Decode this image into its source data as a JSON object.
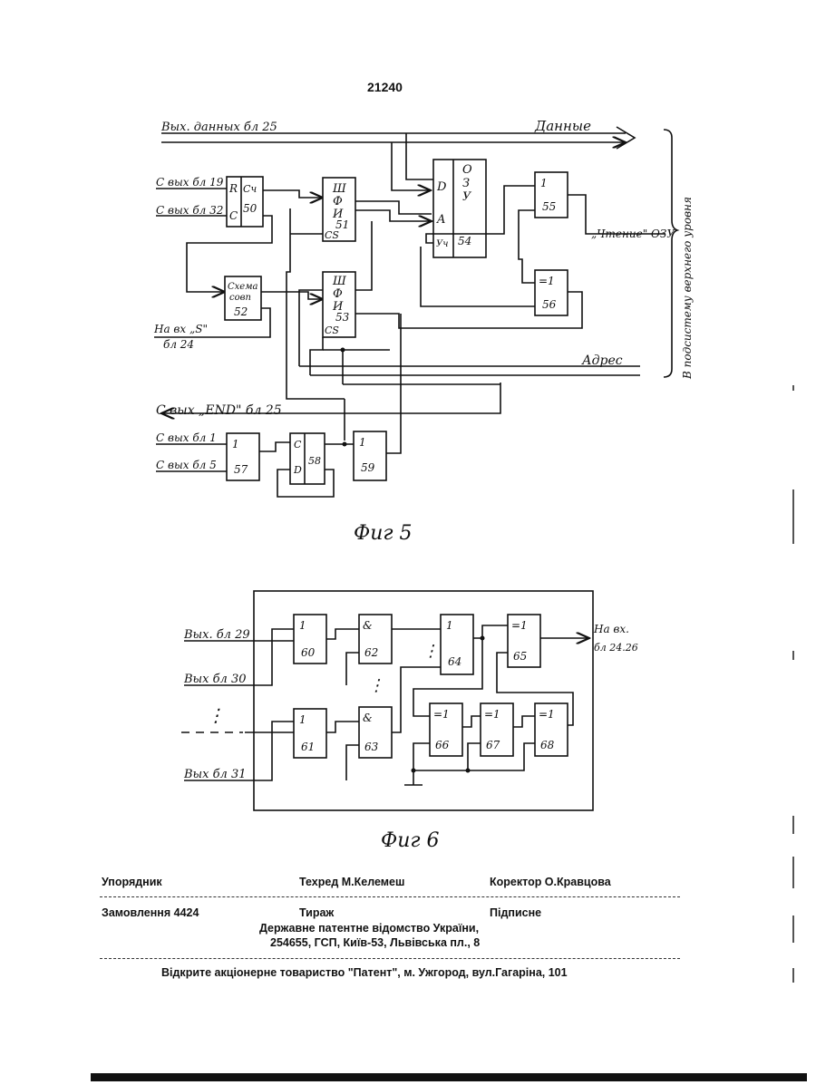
{
  "page_number": "21240",
  "fig5": {
    "caption": "Фиг 5",
    "top_bus_label": "Вых. данных бл 25",
    "data_label": "Данные",
    "side_label": "В подсистему верхнего уровня",
    "addr_label": "Адрес",
    "ozu_read_label": "„Чтение\" ОЗУ",
    "in19": "С вых бл 19",
    "in32": "С вых бл 32",
    "in_s": "На вх „S\"",
    "in_s2": "бл 24",
    "in_end": "С вых „END\" бл 25",
    "in1": "С вых бл 1",
    "in5": "С вых бл 5",
    "b50": {
      "r": "R",
      "c": "C",
      "ct": "Сч",
      "num": "50"
    },
    "b51": {
      "l1": "Ш",
      "l2": "Ф",
      "l3": "И",
      "num": "51",
      "cs": "CS"
    },
    "b52": {
      "l1": "Схема",
      "l2": "совп",
      "num": "52"
    },
    "b53": {
      "l1": "Ш",
      "l2": "Ф",
      "l3": "И",
      "num": "53",
      "cs": "CS"
    },
    "b54": {
      "d": "D",
      "a": "A",
      "y": "Уч",
      "o": "О",
      "z": "З",
      "u": "У",
      "num": "54"
    },
    "b55": {
      "op": "1",
      "num": "55"
    },
    "b56": {
      "op": "=1",
      "num": "56"
    },
    "b57": {
      "op": "1",
      "num": "57"
    },
    "b58": {
      "c": "C",
      "d": "D",
      "num": "58"
    },
    "b59": {
      "op": "1",
      "num": "59"
    }
  },
  "fig6": {
    "caption": "Фиг 6",
    "in29": "Вых. бл 29",
    "in30": "Вых бл 30",
    "in31": "Вых бл 31",
    "out1": "На вх.",
    "out2": "бл 24.26",
    "dots": "⋮",
    "b60": {
      "op": "1",
      "num": "60"
    },
    "b61": {
      "op": "1",
      "num": "61"
    },
    "b62": {
      "op": "&",
      "num": "62"
    },
    "b63": {
      "op": "&",
      "num": "63"
    },
    "b64": {
      "op": "1",
      "num": "64"
    },
    "b65": {
      "op": "=1",
      "num": "65"
    },
    "b66": {
      "op": "=1",
      "num": "66"
    },
    "b67": {
      "op": "=1",
      "num": "67"
    },
    "b68": {
      "op": "=1",
      "num": "68"
    }
  },
  "footer": {
    "compiler": "Упорядник",
    "techred": "Техред М.Келемеш",
    "corrector": "Коректор О.Кравцова",
    "order": "Замовлення 4424",
    "circulation": "Тираж",
    "subscription": "Підписне",
    "office": "Державне патентне відомство України,",
    "address": "254655, ГСП, Київ-53, Львівська пл., 8",
    "publisher": "Відкрите акціонерне товариство \"Патент\", м. Ужгород, вул.Гагаріна, 101"
  }
}
